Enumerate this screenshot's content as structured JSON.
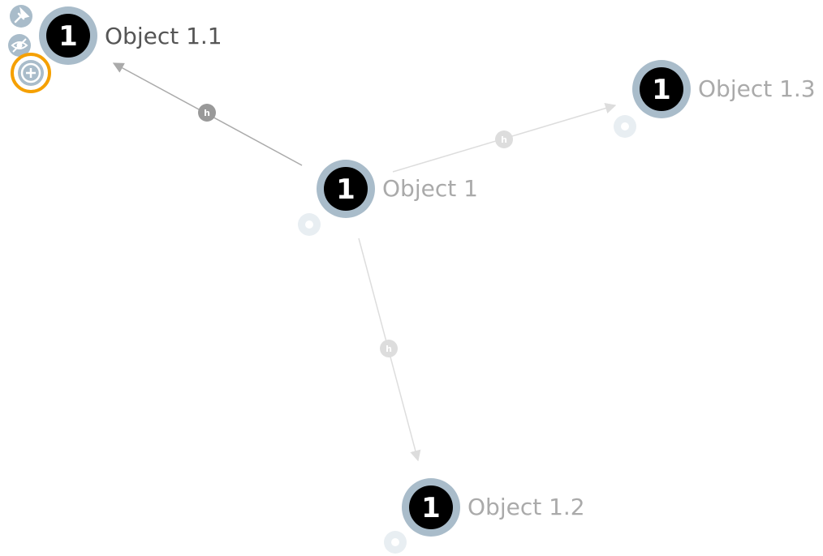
{
  "graph": {
    "nodes": [
      {
        "id": "n1",
        "label": "Object 1",
        "badge": "1",
        "state": "dim"
      },
      {
        "id": "n11",
        "label": "Object 1.1",
        "badge": "1",
        "state": "focused"
      },
      {
        "id": "n12",
        "label": "Object 1.2",
        "badge": "1",
        "state": "dim"
      },
      {
        "id": "n13",
        "label": "Object 1.3",
        "badge": "1",
        "state": "dim"
      }
    ],
    "edges": [
      {
        "from": "n1",
        "to": "n11",
        "label": "h",
        "state": "active"
      },
      {
        "from": "n1",
        "to": "n12",
        "label": "h",
        "state": "dim"
      },
      {
        "from": "n1",
        "to": "n13",
        "label": "h",
        "state": "dim"
      }
    ],
    "node_actions": [
      {
        "name": "pin-icon",
        "selected": false
      },
      {
        "name": "hide-icon",
        "selected": false
      },
      {
        "name": "expand-icon",
        "selected": true
      }
    ]
  },
  "colors": {
    "node_ring": "#a9bcca",
    "node_badge": "#000000",
    "edge_active": "#aaaaaa",
    "edge_dim": "#dddddd",
    "action_bg": "#a9bcca",
    "selected_outline": "#f5a000"
  }
}
